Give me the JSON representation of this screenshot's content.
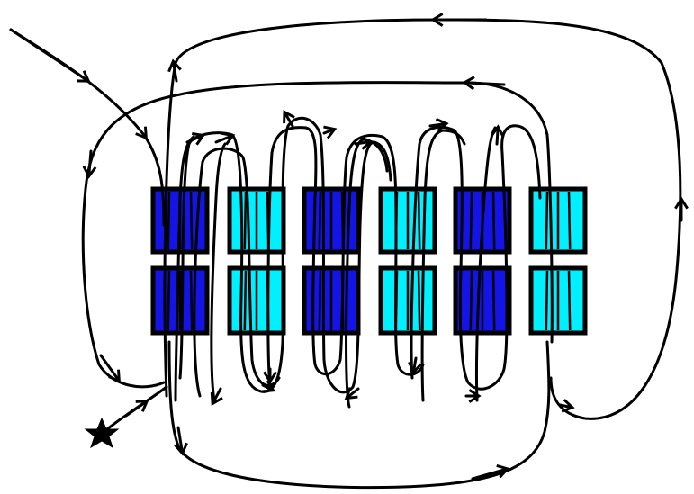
{
  "diagram": {
    "colors": {
      "stroke": "#000000",
      "magnet_dark": "#1414e6",
      "magnet_light": "#00f0ff",
      "background": "#ffffff"
    },
    "magnets": [
      {
        "name": "magnet-1-top",
        "color": "magnet_dark"
      },
      {
        "name": "magnet-1-bottom",
        "color": "magnet_dark"
      },
      {
        "name": "magnet-2-top",
        "color": "magnet_light"
      },
      {
        "name": "magnet-2-bottom",
        "color": "magnet_light"
      },
      {
        "name": "magnet-3-top",
        "color": "magnet_dark"
      },
      {
        "name": "magnet-3-bottom",
        "color": "magnet_dark"
      },
      {
        "name": "magnet-4-top",
        "color": "magnet_light"
      },
      {
        "name": "magnet-4-bottom",
        "color": "magnet_light"
      },
      {
        "name": "magnet-5-top",
        "color": "magnet_dark"
      },
      {
        "name": "magnet-5-bottom",
        "color": "magnet_dark"
      },
      {
        "name": "magnet-6-top",
        "color": "magnet_light"
      },
      {
        "name": "magnet-6-bottom",
        "color": "magnet_light"
      }
    ],
    "start_marker": {
      "icon": "star-icon",
      "glyph": "★"
    }
  }
}
